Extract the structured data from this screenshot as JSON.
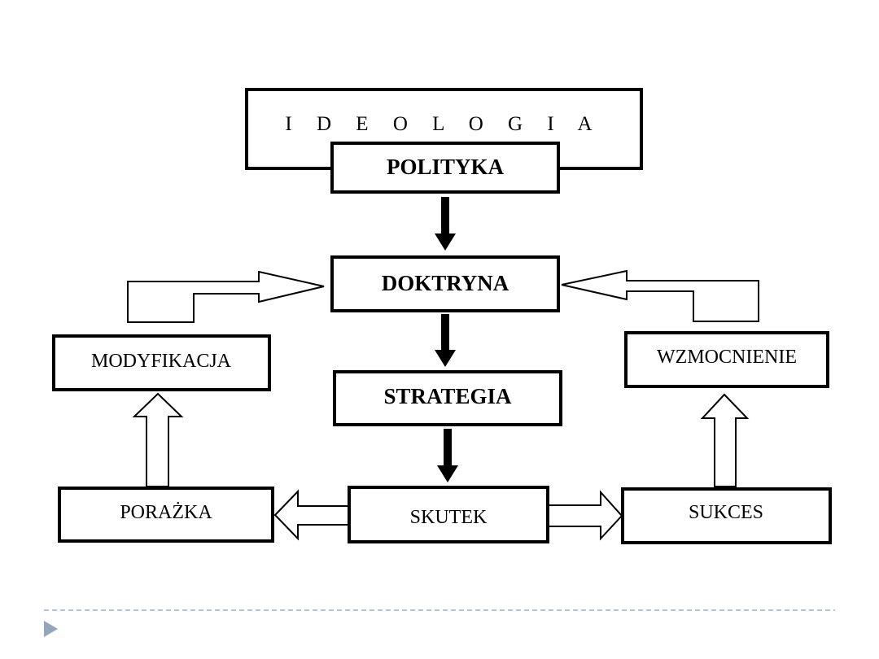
{
  "diagram": {
    "ideology": "I D E O L O G I A",
    "policy": "POLITYKA",
    "doctrine": "DOKTRYNA",
    "strategy": "STRATEGIA",
    "effect": "SKUTEK",
    "failure": "PORAŻKA",
    "success": "SUKCES",
    "modification": "MODYFIKACJA",
    "reinforcement": "WZMOCNIENIE"
  },
  "colors": {
    "stroke": "#000000",
    "background": "#ffffff",
    "divider": "#9bb1c7",
    "bullet": "#93a6bc"
  },
  "icons": {
    "bullet": "triangle-bullet-icon"
  }
}
